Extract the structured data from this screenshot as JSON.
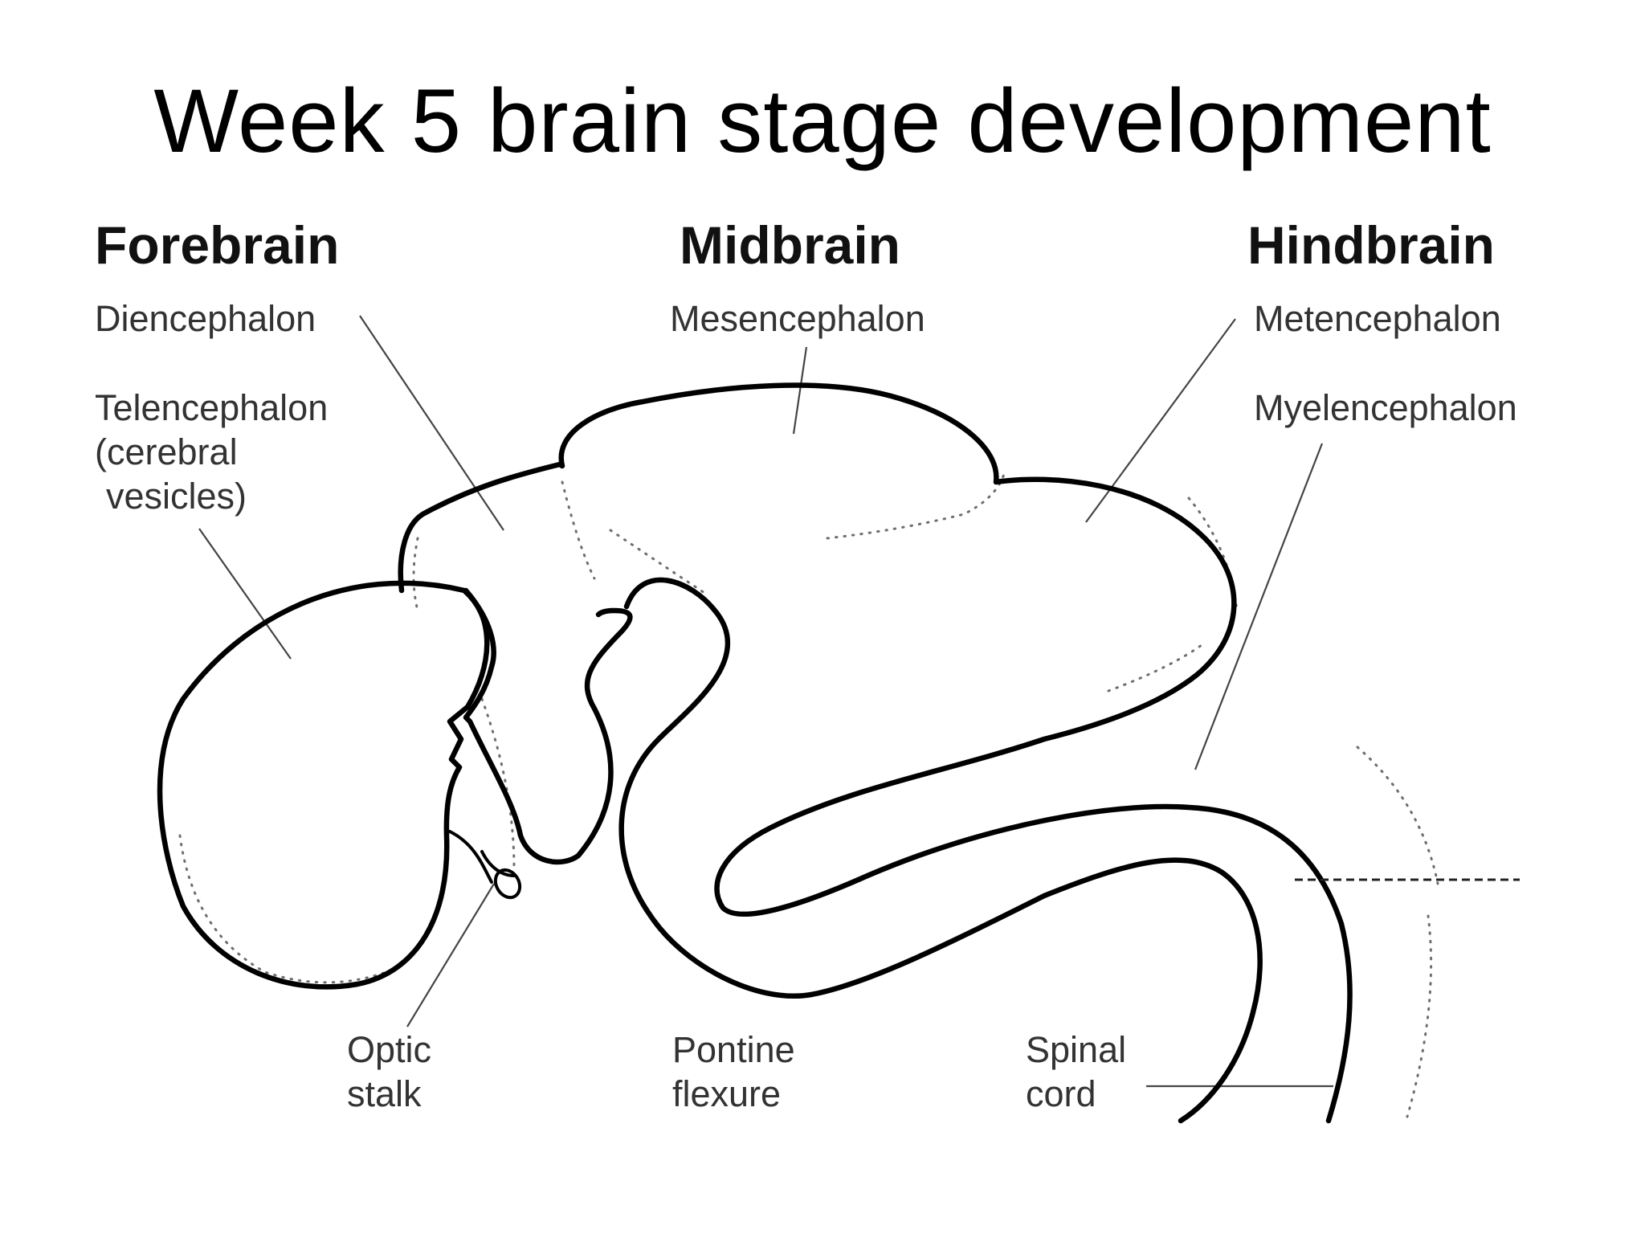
{
  "title": "Week 5 brain stage development",
  "headings": {
    "forebrain": "Forebrain",
    "midbrain": "Midbrain",
    "hindbrain": "Hindbrain"
  },
  "labels": {
    "diencephalon": "Diencephalon",
    "telencephalon_line1": "Telencephalon",
    "telencephalon_line2": "(cerebral",
    "telencephalon_line3": "vesicles)",
    "mesencephalon": "Mesencephalon",
    "metencephalon": "Metencephalon",
    "myelencephalon": "Myelencephalon",
    "optic_line1": "Optic",
    "optic_line2": "stalk",
    "pontine_line1": "Pontine",
    "pontine_line2": "flexure",
    "spinal_line1": "Spinal",
    "spinal_line2": "cord"
  }
}
